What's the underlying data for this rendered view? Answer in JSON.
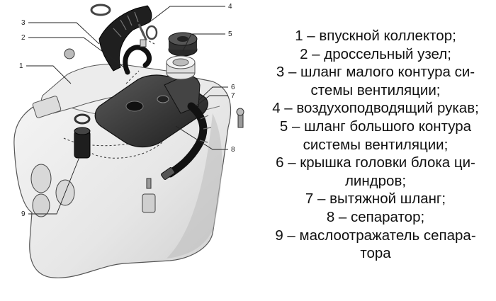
{
  "diagram": {
    "callouts": [
      "1",
      "2",
      "3",
      "4",
      "5",
      "6",
      "7",
      "8",
      "9"
    ],
    "legend": [
      "1 – впускной коллектор;",
      "2 – дроссельный узел;",
      "3 – шланг малого контура си-",
      "стемы вентиляции;",
      "4 – воздухоподводящий рукав;",
      "5 – шланг большого контура",
      "системы вентиляции;",
      "6 – крышка головки блока ци-",
      "линдров;",
      "7 – вытяжной шланг;",
      "8 – сепаратор;",
      "9 – маслоотражатель сепара-",
      "тора"
    ]
  }
}
